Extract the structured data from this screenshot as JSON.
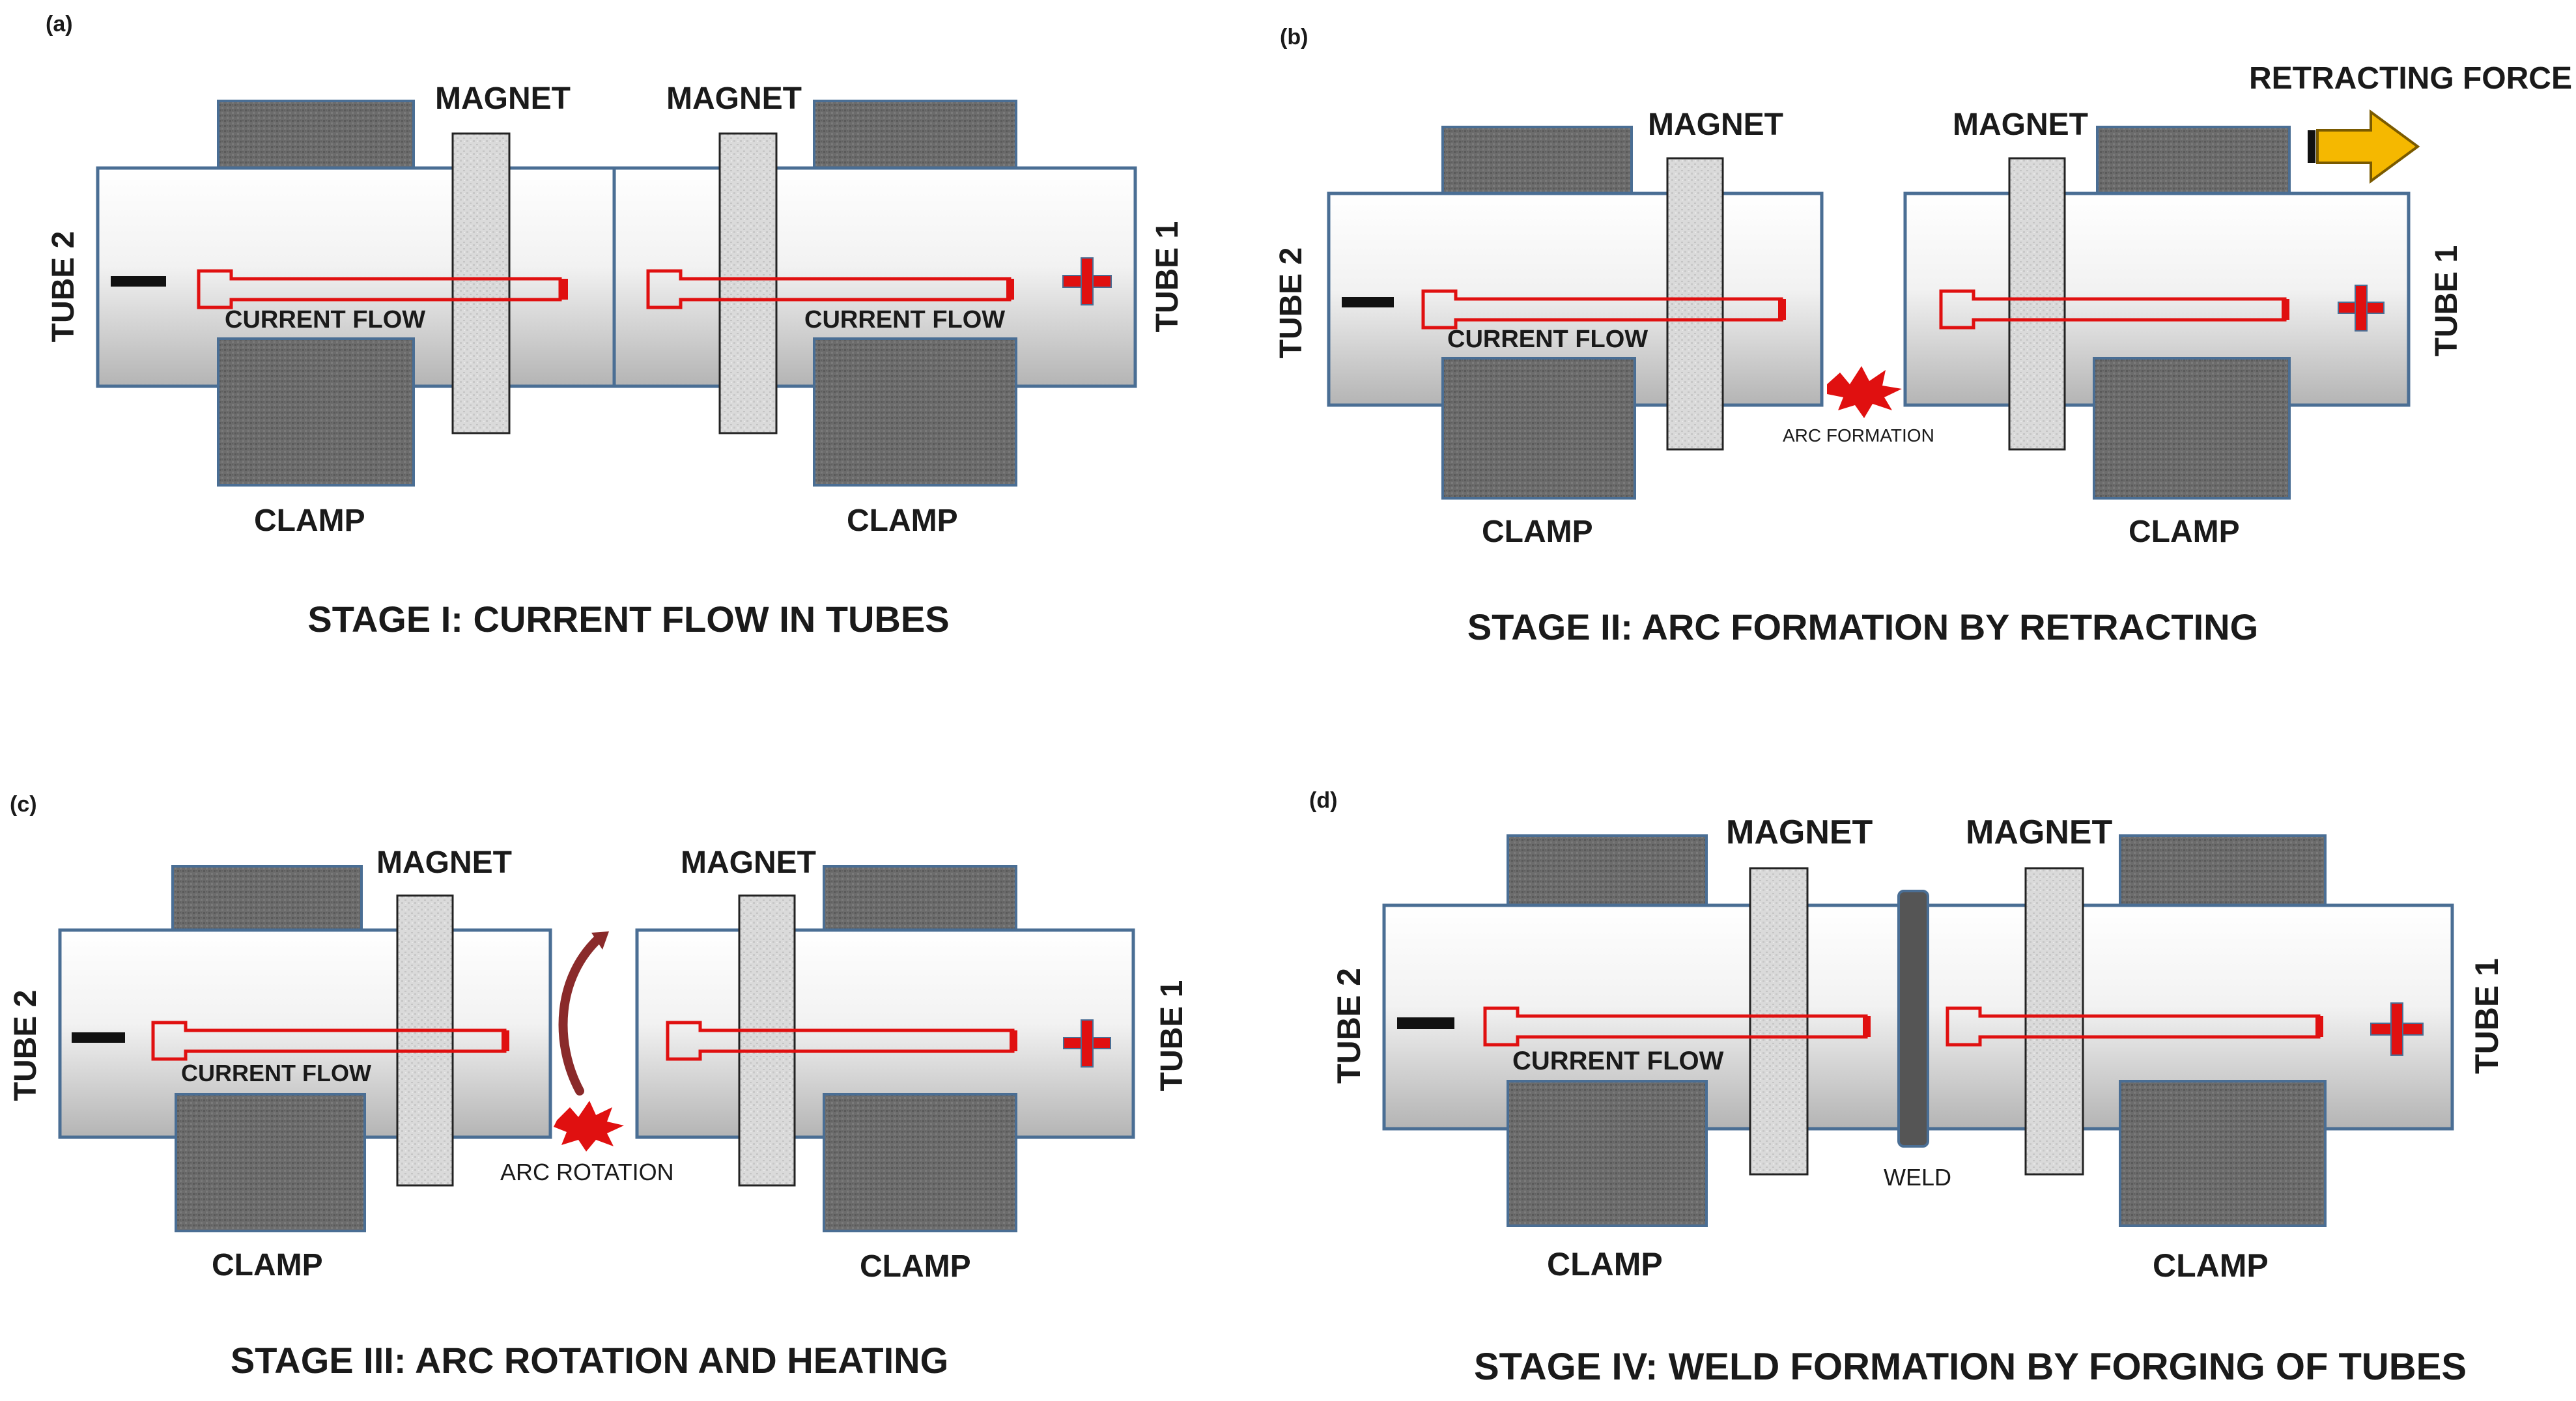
{
  "colors": {
    "tube_border": "#4a6e94",
    "clamp": "#6a6a6a",
    "magnet": "#dcdcdc",
    "current_arrow": "#e01010",
    "plus": "#e01010",
    "minus": "#111111",
    "arc": "#e01010",
    "retract_arrow": "#f5b800",
    "weld": "#555555",
    "rotation_arrow": "#8a2a2a"
  },
  "panels": [
    {
      "id": "a",
      "letter": "(a)",
      "left_tube": "TUBE 2",
      "right_tube": "TUBE 1",
      "left_magnet": "MAGNET",
      "right_magnet": "MAGNET",
      "left_clamp": "CLAMP",
      "right_clamp": "CLAMP",
      "left_current": "CURRENT FLOW",
      "right_current": "CURRENT FLOW",
      "caption": "STAGE I: CURRENT FLOW IN TUBES"
    },
    {
      "id": "b",
      "letter": "(b)",
      "left_tube": "TUBE 2",
      "right_tube": "TUBE 1",
      "left_magnet": "MAGNET",
      "right_magnet": "MAGNET",
      "left_clamp": "CLAMP",
      "right_clamp": "CLAMP",
      "left_current": "CURRENT FLOW",
      "arc_label": "ARC FORMATION",
      "force_label": "RETRACTING FORCE",
      "caption": "STAGE II: ARC FORMATION BY RETRACTING"
    },
    {
      "id": "c",
      "letter": "(c)",
      "left_tube": "TUBE 2",
      "right_tube": "TUBE 1",
      "left_magnet": "MAGNET",
      "right_magnet": "MAGNET",
      "left_clamp": "CLAMP",
      "right_clamp": "CLAMP",
      "left_current": "CURRENT FLOW",
      "arc_label": "ARC ROTATION",
      "caption": "STAGE III: ARC ROTATION AND HEATING"
    },
    {
      "id": "d",
      "letter": "(d)",
      "left_tube": "TUBE 2",
      "right_tube": "TUBE 1",
      "left_magnet": "MAGNET",
      "right_magnet": "MAGNET",
      "left_clamp": "CLAMP",
      "right_clamp": "CLAMP",
      "left_current": "CURRENT FLOW",
      "weld_label": "WELD",
      "caption": "STAGE IV: WELD FORMATION BY FORGING OF TUBES"
    }
  ]
}
